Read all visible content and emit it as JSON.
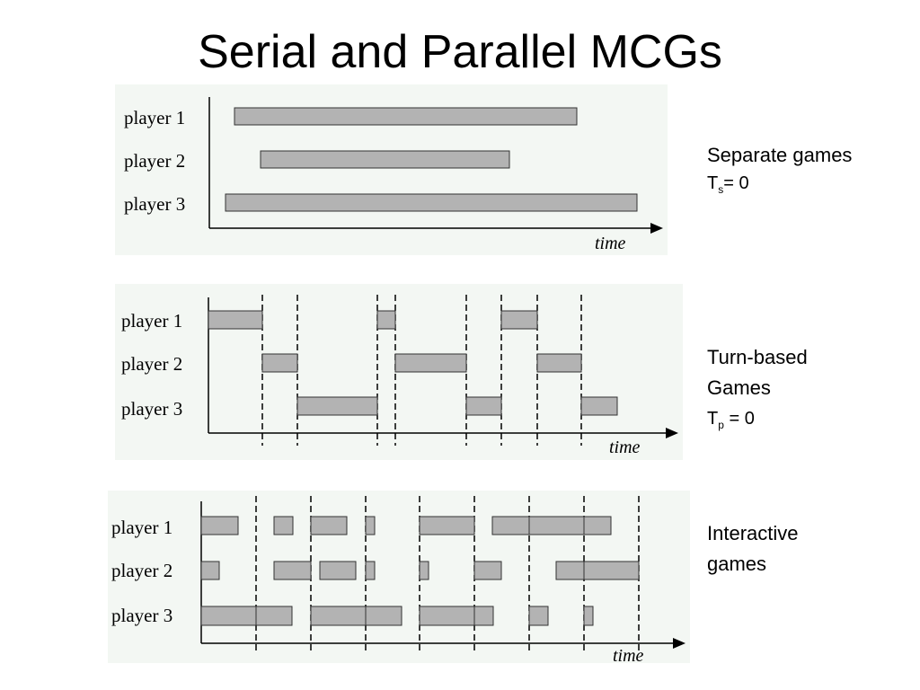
{
  "slide": {
    "title": "Serial and Parallel MCGs"
  },
  "diagrams": [
    {
      "id": "separate",
      "players": [
        "player 1",
        "player 2",
        "player 3"
      ],
      "axis_label": "time",
      "caption_lines": [
        {
          "main": "Separate games"
        },
        {
          "main": "T",
          "sub": "s",
          "rest": "= 0"
        }
      ]
    },
    {
      "id": "turn-based",
      "players": [
        "player 1",
        "player 2",
        "player 3"
      ],
      "axis_label": "time",
      "caption_lines": [
        {
          "main": "Turn-based"
        },
        {
          "main": "Games"
        },
        {
          "main": "T",
          "sub": "p",
          "rest": " = 0"
        }
      ]
    },
    {
      "id": "interactive",
      "players": [
        "player 1",
        "player 2",
        "player 3"
      ],
      "axis_label": "time",
      "caption_lines": [
        {
          "main": "Interactive"
        },
        {
          "main": "games"
        }
      ]
    }
  ],
  "colors": {
    "bar_fill": "#b3b3b3",
    "bar_stroke": "#333333",
    "panel_bg": "#f3f7f3"
  }
}
